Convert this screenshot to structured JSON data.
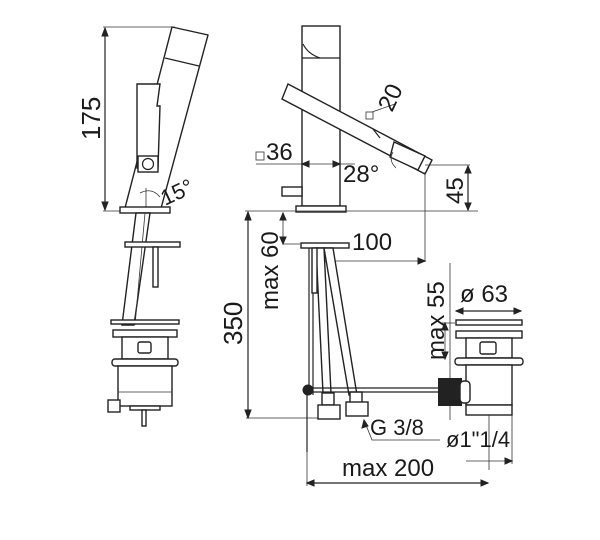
{
  "diagram": {
    "type": "technical-drawing",
    "subject": "single-lever basin mixer with pop-up waste",
    "views": [
      {
        "name": "side-view",
        "dimensions": {
          "height": "175",
          "tilt_angle": "15°"
        }
      },
      {
        "name": "front-view",
        "dimensions": {
          "body_square": "36",
          "spout_square": "20",
          "spout_angle": "28°",
          "spout_outlet_height": "45",
          "spout_reach": "100",
          "max_deck_thickness": "max 60",
          "overall_hose_length": "350",
          "max_basin_depth": "max 55",
          "connection_thread": "G 3/8",
          "waste_to_tap_distance": "max 200"
        }
      },
      {
        "name": "waste-detail",
        "dimensions": {
          "flange_diameter": "ø 63",
          "waste_thread": "ø1\"1/4"
        }
      }
    ]
  },
  "labels": {
    "d175": "175",
    "d15": "15°",
    "d36": "36",
    "d20": "20",
    "d28": "28°",
    "d45": "45",
    "d100": "100",
    "dmax60": "max 60",
    "d350": "350",
    "dmax55": "max 55",
    "d63": "ø 63",
    "dg38": "G 3/8",
    "d114": "ø1\"1/4",
    "dmax200": "max 200"
  }
}
